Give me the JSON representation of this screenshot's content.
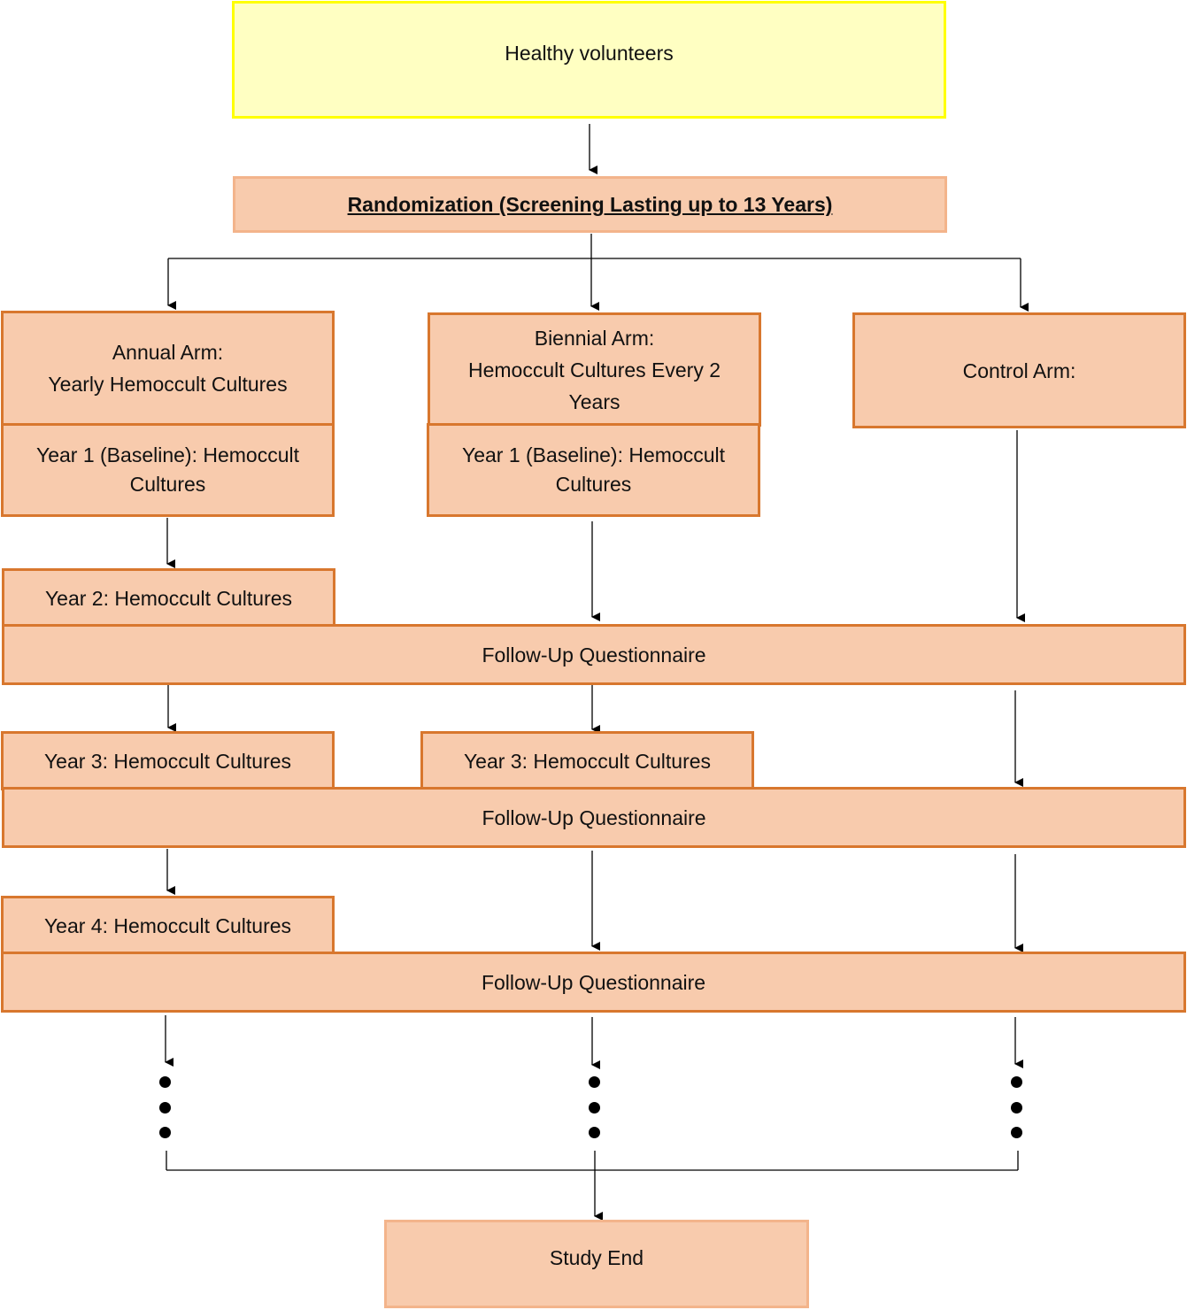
{
  "start": "Healthy volunteers",
  "randomization": "Randomization (Screening Lasting up to 13 Years)",
  "arms": {
    "annual": {
      "title": "Annual Arm:\nYearly Hemoccult Cultures",
      "year1": "Year 1 (Baseline): Hemoccult\nCultures",
      "year2": "Year 2: Hemoccult Cultures",
      "year3": "Year 3: Hemoccult Cultures",
      "year4": "Year 4: Hemoccult Cultures"
    },
    "biennial": {
      "title": "Biennial Arm:\nHemoccult Cultures Every 2\nYears",
      "year1": "Year 1 (Baseline): Hemoccult\nCultures",
      "year3": "Year 3: Hemoccult Cultures"
    },
    "control": {
      "title": "Control Arm:"
    }
  },
  "followup": [
    "Follow-Up Questionnaire",
    "Follow-Up Questionnaire",
    "Follow-Up Questionnaire"
  ],
  "end": "Study End"
}
